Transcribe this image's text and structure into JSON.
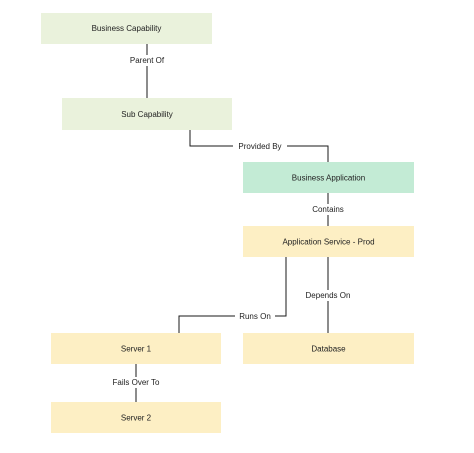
{
  "colors": {
    "capability": "#eaf2dc",
    "application": "#c3ebd5",
    "infrastructure": "#fdefc4",
    "connector": "#1a1a1a",
    "text": "#222222"
  },
  "nodes": {
    "business_capability": {
      "label": "Business Capability"
    },
    "sub_capability": {
      "label": "Sub Capability"
    },
    "business_application": {
      "label": "Business Application"
    },
    "application_service": {
      "label": "Application Service - Prod"
    },
    "server_1": {
      "label": "Server 1"
    },
    "database": {
      "label": "Database"
    },
    "server_2": {
      "label": "Server 2"
    }
  },
  "edges": {
    "parent_of": {
      "label": "Parent Of"
    },
    "provided_by": {
      "label": "Provided By"
    },
    "contains": {
      "label": "Contains"
    },
    "runs_on": {
      "label": "Runs On"
    },
    "depends_on": {
      "label": "Depends On"
    },
    "fails_over_to": {
      "label": "Fails Over To"
    }
  }
}
